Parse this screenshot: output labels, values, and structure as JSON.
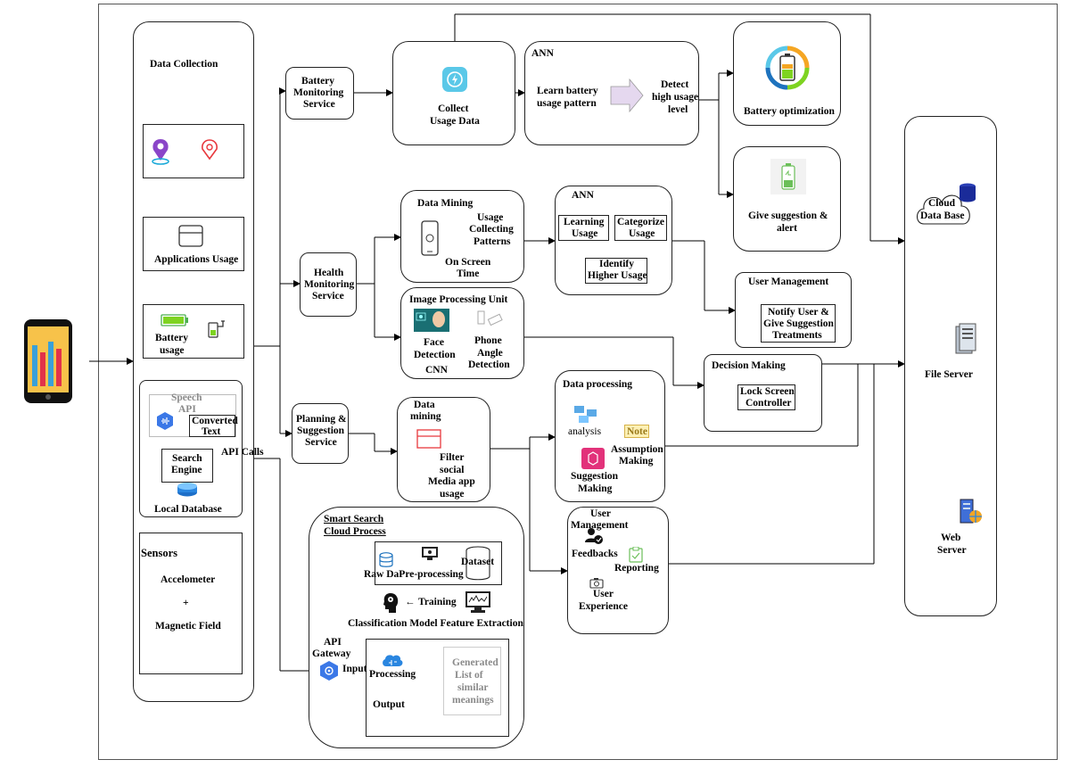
{
  "data_collection": {
    "title": "Data Collection",
    "applications_usage": "Applications Usage",
    "battery_usage_1": "Battery",
    "battery_usage_2": "usage",
    "speech_api_1": "Speech",
    "speech_api_2": "API",
    "converted_text_1": "Converted",
    "converted_text_2": "Text",
    "search_engine_1": "Search",
    "search_engine_2": "Engine",
    "local_database": "Local Database",
    "sensors": "Sensors",
    "accelometer": "Accelometer",
    "plus": "+",
    "magnetic_field": "Magnetic Field"
  },
  "services": {
    "battery_1": "Battery",
    "battery_2": "Monitoring",
    "battery_3": "Service",
    "health_1": "Health",
    "health_2": "Monitoring",
    "health_3": "Service",
    "planning_1": "Planning &",
    "planning_2": "Suggestion",
    "planning_3": "Service"
  },
  "collect_usage": {
    "line1": "Collect",
    "line2": "Usage Data"
  },
  "ann_top": {
    "title": "ANN",
    "learn_1": "Learn battery",
    "learn_2": "usage pattern",
    "detect_1": "Detect",
    "detect_2": "high usage",
    "detect_3": "level"
  },
  "battery_optimization": "Battery optimization",
  "give_suggestion": {
    "line1": "Give suggestion &",
    "line2": "alert"
  },
  "data_mining_top": {
    "title": "Data Mining",
    "usage_1": "Usage",
    "usage_2": "Collecting",
    "usage_3": "Patterns",
    "screen_1": "On Screen",
    "screen_2": "Time"
  },
  "ann_mid": {
    "title": "ANN",
    "learning_1": "Learning",
    "learning_2": "Usage",
    "categorize_1": "Categorize",
    "categorize_2": "Usage",
    "identify_1": "Identify",
    "identify_2": "Higher Usage"
  },
  "user_management_top": {
    "title": "User Management",
    "notify_1": "Notify User &",
    "notify_2": "Give Suggestion",
    "notify_3": "Treatments"
  },
  "image_processing": {
    "title": "Image Processing Unit",
    "face_1": "Face",
    "face_2": "Detection",
    "phone_1": "Phone",
    "phone_2": "Angle",
    "phone_3": "Detection",
    "cnn": "CNN"
  },
  "decision_making": {
    "title": "Decision Making",
    "lock_1": "Lock Screen",
    "lock_2": "Controller"
  },
  "data_mining_bottom": {
    "title_1": "Data",
    "title_2": "mining",
    "filter_1": "Filter",
    "filter_2": "social",
    "filter_3": "Media app",
    "filter_4": "usage"
  },
  "data_processing": {
    "title": "Data processing",
    "analysis": "analysis",
    "note": "Note",
    "assumption_1": "Assumption",
    "assumption_2": "Making",
    "suggestion_1": "Suggestion",
    "suggestion_2": "Making"
  },
  "user_management_bottom": {
    "title_1": "User",
    "title_2": "Management",
    "feedbacks": "Feedbacks",
    "reporting": "Reporting",
    "experience_1": "User",
    "experience_2": "Experience"
  },
  "api_calls": "API Calls",
  "smart_search": {
    "title_1": "Smart Search",
    "title_2": "Cloud Process",
    "raw": "Raw DaPre-processing",
    "dataset": "Dataset",
    "training": "Training",
    "arrow_left": "←",
    "classification": "Classification Model Feature Extraction",
    "api_gateway_1": "API",
    "api_gateway_2": "Gateway",
    "input": "Input",
    "processing": "Processing",
    "generated_1": "Generated",
    "generated_2": "List of",
    "generated_3": "similar",
    "generated_4": "meanings",
    "output": "Output"
  },
  "servers": {
    "cloud_1": "Cloud",
    "cloud_2": "Data Base",
    "file_server": "File Server",
    "web_1": "Web",
    "web_2": "Server"
  }
}
